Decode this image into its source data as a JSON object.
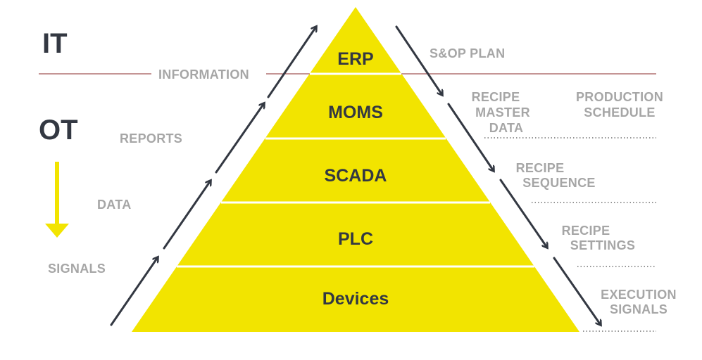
{
  "left_labels": {
    "it": "IT",
    "ot": "OT",
    "information": "INFORMATION",
    "reports": "REPORTS",
    "data": "DATA",
    "signals": "SIGNALS"
  },
  "pyramid": {
    "tiers": [
      "ERP",
      "MOMS",
      "SCADA",
      "PLC",
      "Devices"
    ],
    "fill_color": "#f2e400"
  },
  "right_labels": {
    "sop_plan": "S&OP PLAN",
    "recipe_master": [
      "RECIPE",
      "MASTER",
      "DATA"
    ],
    "production_schedule": [
      "PRODUCTION",
      "SCHEDULE"
    ],
    "recipe_sequence": [
      "RECIPE",
      "SEQUENCE"
    ],
    "recipe_settings": [
      "RECIPE",
      "SETTINGS"
    ],
    "execution_signals": [
      "EXECUTION",
      "SIGNALS"
    ]
  },
  "colors": {
    "dark": "#333842",
    "grey_text": "#a6a6a6",
    "divider": "#8b2b2b",
    "yellow": "#f2e400"
  }
}
